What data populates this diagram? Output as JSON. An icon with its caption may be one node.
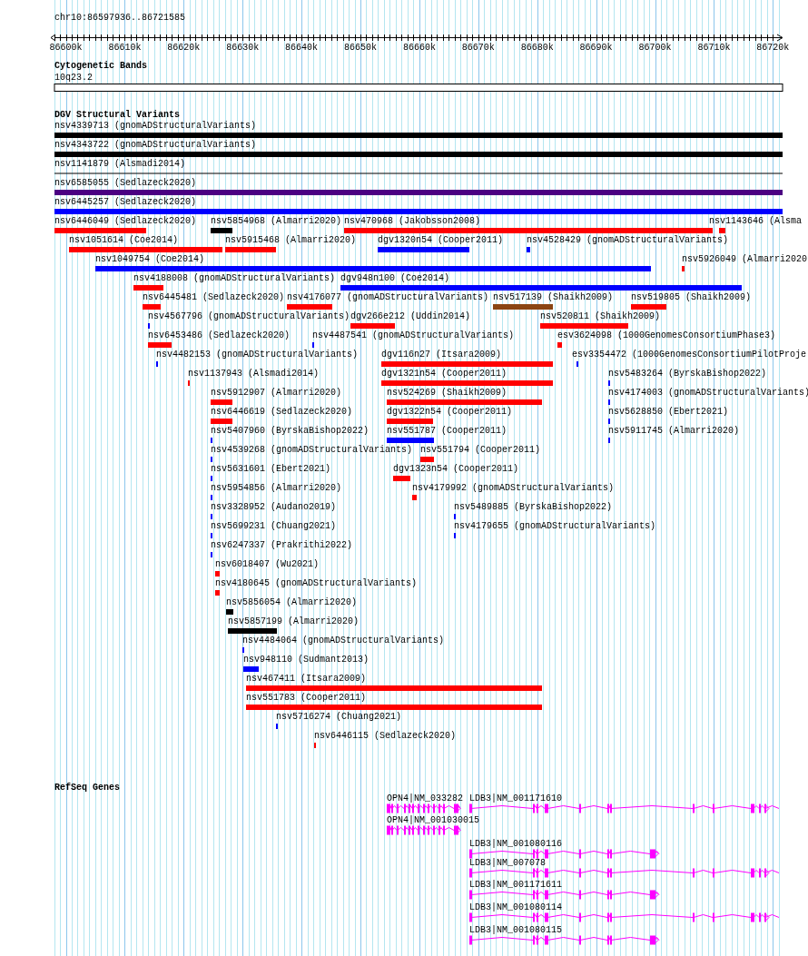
{
  "diagram": {
    "labels": [
      "chr10:86597936..86721585",
      "86600k",
      "86610k",
      "86620k",
      "86630k",
      "86640k",
      "86650k",
      "86660k",
      "86670k",
      "86680k",
      "86690k",
      "86700k",
      "86710k",
      "86720k",
      "Cytogenetic Bands",
      "10q23.2",
      "DGV Structural Variants",
      "nsv4339713 (gnomADStructuralVariants)",
      "nsv4343722 (gnomADStructuralVariants)",
      "nsv1141879 (Alsmadi2014)",
      "nsv6585055 (Sedlazeck2020)",
      "nsv6445257 (Sedlazeck2020)",
      "nsv6446049 (Sedlazeck2020)",
      "nsv5854968 (Almarri2020)",
      "nsv470968 (Jakobsson2008)",
      "nsv1143646 (Alsma",
      "nsv1051614 (Coe2014)",
      "nsv5915468 (Almarri2020)",
      "dgv1320n54 (Cooper2011)",
      "nsv4528429 (gnomADStructuralVariants)",
      "nsv1049754 (Coe2014)",
      "nsv5926049 (Almarri2020",
      "nsv4188008 (gnomADStructuralVariants)",
      "dgv948n100 (Coe2014)",
      "nsv6445481 (Sedlazeck2020)",
      "nsv4176077 (gnomADStructuralVariants)",
      "nsv517139 (Shaikh2009)",
      "nsv519805 (Shaikh2009)",
      "nsv4567796 (gnomADStructuralVariants)",
      "dgv266e212 (Uddin2014)",
      "nsv520811 (Shaikh2009)",
      "nsv6453486 (Sedlazeck2020)",
      "nsv4487541 (gnomADStructuralVariants)",
      "esv3624098 (1000GenomesConsortiumPhase3)",
      "nsv4482153 (gnomADStructuralVariants)",
      "dgv116n27 (Itsara2009)",
      "esv3354472 (1000GenomesConsortiumPilotProje",
      "nsv1137943 (Alsmadi2014)",
      "dgv1321n54 (Cooper2011)",
      "nsv5483264 (ByrskaBishop2022)",
      "nsv5912907 (Almarri2020)",
      "nsv524269 (Shaikh2009)",
      "nsv4174003 (gnomADStructuralVariants)",
      "nsv6446619 (Sedlazeck2020)",
      "dgv1322n54 (Cooper2011)",
      "nsv5628850 (Ebert2021)",
      "nsv5407960 (ByrskaBishop2022)",
      "nsv551787 (Cooper2011)",
      "nsv5911745 (Almarri2020)",
      "nsv4539268 (gnomADStructuralVariants)",
      "nsv551794 (Cooper2011)",
      "nsv5631601 (Ebert2021)",
      "dgv1323n54 (Cooper2011)",
      "nsv5954856 (Almarri2020)",
      "nsv4179992 (gnomADStructuralVariants)",
      "nsv3328952 (Audano2019)",
      "nsv5489885 (ByrskaBishop2022)",
      "nsv5699231 (Chuang2021)",
      "nsv4179655 (gnomADStructuralVariants)",
      "nsv6247337 (Prakrithi2022)",
      "nsv6018407 (Wu2021)",
      "nsv4180645 (gnomADStructuralVariants)",
      "nsv5856054 (Almarri2020)",
      "nsv5857199 (Almarri2020)",
      "nsv4484064 (gnomADStructuralVariants)",
      "nsv948110 (Sudmant2013)",
      "nsv467411 (Itsara2009)",
      "nsv551783 (Cooper2011)",
      "nsv5716274 (Chuang2021)",
      "nsv6446115 (Sedlazeck2020)",
      "RefSeq Genes",
      "OPN4|NM_033282",
      "LDB3|NM_001171610",
      "OPN4|NM_001030015",
      "LDB3|NM_001080116",
      "LDB3|NM_007078",
      "LDB3|NM_001171611",
      "LDB3|NM_001080114",
      "LDB3|NM_001080115"
    ]
  }
}
